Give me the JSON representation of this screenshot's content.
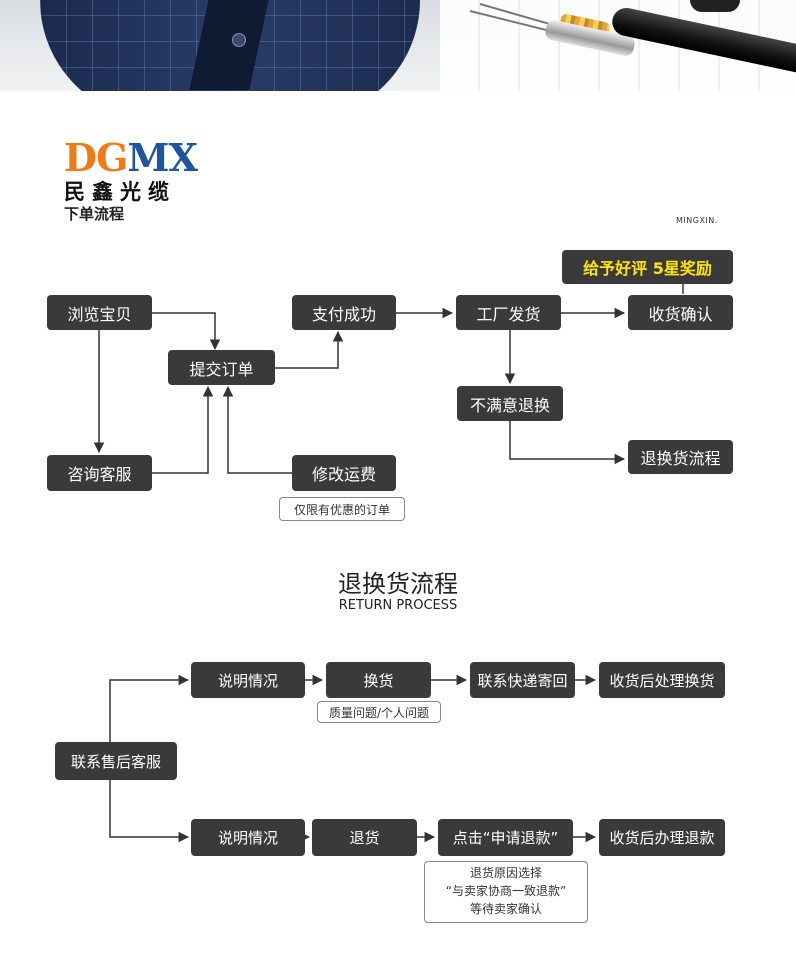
{
  "logo": {
    "letters_orange": "DG",
    "letters_blue": "MX",
    "chinese": "民鑫光缆"
  },
  "section1": {
    "title": "下单流程",
    "brand_small": "MINGXIN.",
    "steps": {
      "browse": "浏览宝贝",
      "consult": "咨询客服",
      "submit": "提交订单",
      "pay": "支付成功",
      "modify_fee": "修改运费",
      "ship": "工厂发货",
      "confirm": "收货确认",
      "unsatisfied": "不满意退换",
      "return_flow": "退换货流程"
    },
    "review_banner": "给予好评 5星奖励",
    "fee_note": "仅限有优惠的订单"
  },
  "section2": {
    "title": "退换货流程",
    "title_en": "RETURN PROCESS",
    "contact": "联系售后客服",
    "top": {
      "explain": "说明情况",
      "exchange": "换货",
      "express": "联系快递寄回",
      "handle_exchange": "收货后处理换货",
      "note": "质量问题/个人问题"
    },
    "bottom": {
      "explain": "说明情况",
      "refund": "退货",
      "click_apply": "点击“申请退款”",
      "handle_refund": "收货后办理退款",
      "note_lines": [
        "退货原因选择",
        "“与卖家协商一致退款”",
        "等待卖家确认"
      ]
    }
  },
  "colors": {
    "box": "#3a3a3d",
    "highlight": "#ffe600",
    "logo_orange": "#f07a16",
    "logo_blue": "#1f55a0"
  }
}
